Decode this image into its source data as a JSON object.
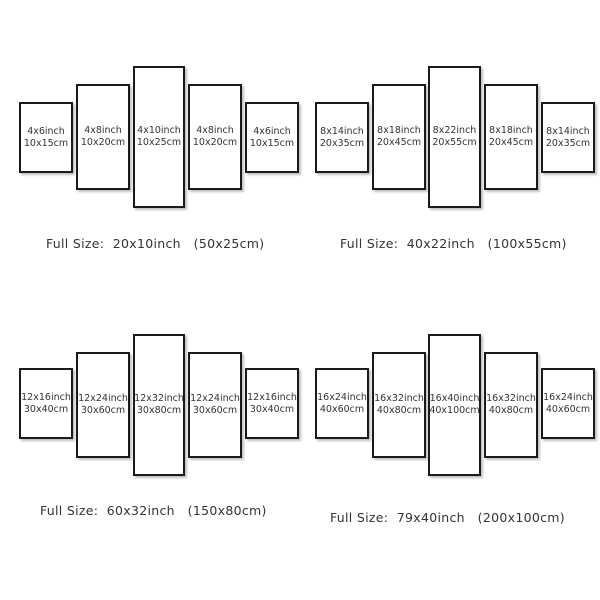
{
  "sets": [
    {
      "panels": [
        {
          "inch": "4x6inch",
          "cm": "10x15cm"
        },
        {
          "inch": "4x8inch",
          "cm": "10x20cm"
        },
        {
          "inch": "4x10inch",
          "cm": "10x25cm"
        },
        {
          "inch": "4x8inch",
          "cm": "10x20cm"
        },
        {
          "inch": "4x6inch",
          "cm": "10x15cm"
        }
      ],
      "caption": "Full Size:  20x10inch   (50x25cm)"
    },
    {
      "panels": [
        {
          "inch": "8x14inch",
          "cm": "20x35cm"
        },
        {
          "inch": "8x18inch",
          "cm": "20x45cm"
        },
        {
          "inch": "8x22inch",
          "cm": "20x55cm"
        },
        {
          "inch": "8x18inch",
          "cm": "20x45cm"
        },
        {
          "inch": "8x14inch",
          "cm": "20x35cm"
        }
      ],
      "caption": "Full Size:  40x22inch   (100x55cm)"
    },
    {
      "panels": [
        {
          "inch": "12x16inch",
          "cm": "30x40cm"
        },
        {
          "inch": "12x24inch",
          "cm": "30x60cm"
        },
        {
          "inch": "12x32inch",
          "cm": "30x80cm"
        },
        {
          "inch": "12x24inch",
          "cm": "30x60cm"
        },
        {
          "inch": "12x16inch",
          "cm": "30x40cm"
        }
      ],
      "caption": "Full Size:  60x32inch   (150x80cm)"
    },
    {
      "panels": [
        {
          "inch": "16x24inch",
          "cm": "40x60cm"
        },
        {
          "inch": "16x32inch",
          "cm": "40x80cm"
        },
        {
          "inch": "16x40inch",
          "cm": "40x100cm"
        },
        {
          "inch": "16x32inch",
          "cm": "40x80cm"
        },
        {
          "inch": "16x24inch",
          "cm": "40x60cm"
        }
      ],
      "caption": "Full Size:  79x40inch   (200x100cm)"
    }
  ]
}
